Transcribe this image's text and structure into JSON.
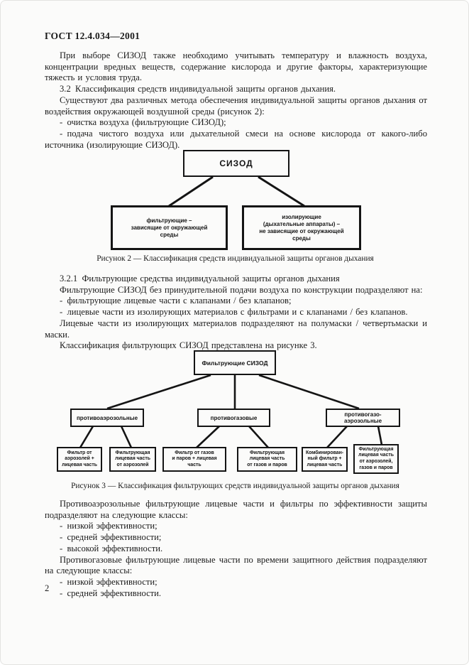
{
  "header": {
    "doc_number": "ГОСТ 12.4.034—2001"
  },
  "body1": {
    "p1": "При выборе СИЗОД также необходимо учитывать температуру и влажность воздуха, концентрации вредных веществ, содержание кислорода и другие факторы, характеризующие тяжесть и условия труда.",
    "p2": "3.2 Классификация средств индивидуальной защиты органов дыхания.",
    "p3": "Существуют два различных метода обеспечения индивидуальной защиты органов дыхания от воздействия окружающей воздушной среды (рисунок 2):",
    "items": [
      "- очистка воздуха (фильтрующие СИЗОД);",
      "- подача чистого воздуха или дыхательной смеси на основе кислорода от какого-либо источника (изолирующие СИЗОД)."
    ]
  },
  "figure2": {
    "root": "СИЗОД",
    "left": "фильтрующие –\nзависящие от окружающей\nсреды",
    "right": "изолирующие\n(дыхательные аппараты) –\nне зависящие от окружающей\nсреды",
    "caption": "Рисунок 2 — Классификация средств индивидуальной защиты органов дыхания"
  },
  "body2": {
    "p1": "3.2.1 Фильтрующие средства индивидуальной защиты органов дыхания",
    "p2": "Фильтрующие СИЗОД без принудительной подачи воздуха по конструкции подразделяют на:",
    "items": [
      "- фильтрующие лицевые части с клапанами / без клапанов;",
      "- лицевые части из изолирующих материалов с фильтрами и с клапанами / без клапанов."
    ],
    "p3": "Лицевые части из изолирующих материалов подразделяют на полумаски / четвертьмаски и маски.",
    "p4": "Классификация фильтрующих СИЗОД представлена на рисунке 3."
  },
  "figure3": {
    "root": "Фильтрующие СИЗОД",
    "mid1": "противоаэрозольные",
    "mid2": "противогазовые",
    "mid3": "противогазо-\nаэрозольные",
    "leaf1": "Фильтр от\nаэрозолей +\nлицевая часть",
    "leaf2": "Фильтрующая\nлицевая часть\nот аэрозолей",
    "leaf3": "Фильтр от газов\nи паров + лицевая\nчасть",
    "leaf4": "Фильтрующая\nлицевая часть\nот газов и паров",
    "leaf5": "Комбинирован-\nный фильтр +\nлицевая часть",
    "leaf6": "Фильтрующая\nлицевая часть\nот аэрозолей,\nгазов и паров",
    "caption": "Рисунок 3 — Классификация фильтрующих средств индивидуальной защиты органов дыхания"
  },
  "body3": {
    "p1": "Противоаэрозольные фильтрующие лицевые части и фильтры по эффективности защиты подразделяют на следующие классы:",
    "items1": [
      "- низкой эффективности;",
      "- средней эффективности;",
      "- высокой эффективности."
    ],
    "p2": "Противогазовые фильтрующие лицевые части по времени защитного действия подразделяют на следующие классы:",
    "items2": [
      "- низкой эффективности;",
      "- средней эффективности."
    ]
  },
  "footer": {
    "page_number": "2"
  },
  "colors": {
    "ink": "#141414",
    "paper": "#fbfbfa"
  }
}
